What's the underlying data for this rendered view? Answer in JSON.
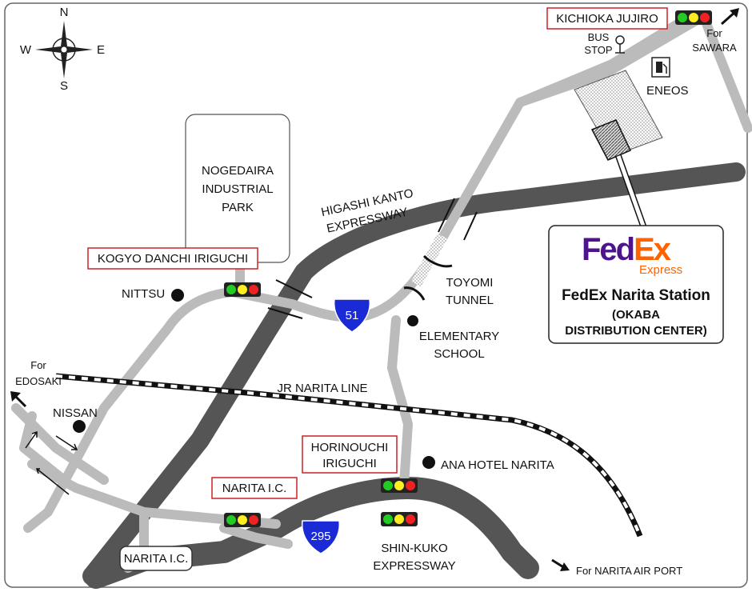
{
  "compass": {
    "n": "N",
    "s": "S",
    "e": "E",
    "w": "W"
  },
  "industrial_park": [
    "NOGEDAIRA",
    "INDUSTRIAL",
    "PARK"
  ],
  "expressway_higashi": [
    "HIGASHI KANTO",
    "EXPRESSWAY"
  ],
  "expressway_shin": [
    "SHIN-KUKO",
    "EXPRESSWAY"
  ],
  "route_51": "51",
  "route_295": "295",
  "jr_line": "JR NARITA LINE",
  "tunnel": [
    "TOYOMI",
    "TUNNEL"
  ],
  "school": [
    "ELEMENTARY",
    "SCHOOL"
  ],
  "hotel": "ANA HOTEL NARITA",
  "nittsu": "NITTSU",
  "nissan": "NISSAN",
  "eneos": "ENEOS",
  "bus_stop": [
    "BUS",
    "STOP"
  ],
  "for_sawara": [
    "For",
    "SAWARA"
  ],
  "for_edosaki": [
    "For",
    "EDOSAKI"
  ],
  "for_airport": "For NARITA AIR PORT",
  "intersections": {
    "kichioka": "KICHIOKA JUJIRO",
    "kogyo": "KOGYO DANCHI IRIGUCHI",
    "horinouchi": [
      "HORINOUCHI",
      "IRIGUCHI"
    ],
    "narita_ic_signal": "NARITA I.C.",
    "narita_ic_box": "NARITA I.C."
  },
  "fedex_box": {
    "logo_fed": "Fed",
    "logo_ex": "Ex",
    "logo_express": "Express",
    "station": "FedEx Narita Station",
    "sub1": "(OKABA",
    "sub2": "DISTRIBUTION CENTER)"
  },
  "colors": {
    "expressway": "#555555",
    "road": "#bbbbbb",
    "signal_box": "#cc2222",
    "shield": "#1a2bd6",
    "fedex_purple": "#4d148c",
    "fedex_orange": "#ff6200",
    "light_green": "#22cc22",
    "light_yellow": "#ffee22",
    "light_red": "#ee2222"
  }
}
